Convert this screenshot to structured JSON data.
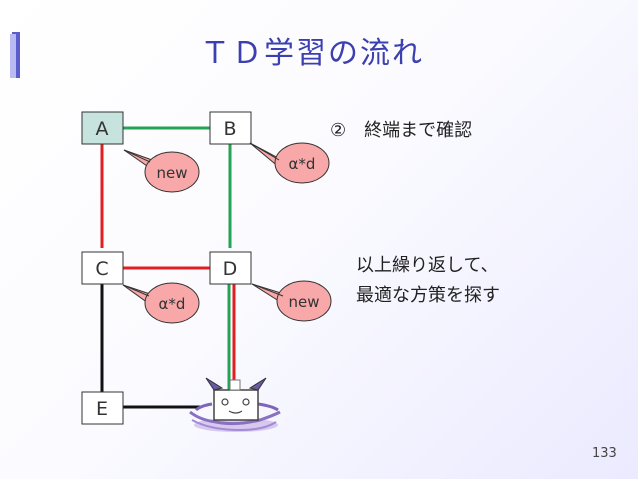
{
  "title": "ＴＤ学習の流れ",
  "nodes": {
    "a": "A",
    "b": "B",
    "c": "C",
    "d": "D",
    "e": "E"
  },
  "bubbles": {
    "a_new": "new",
    "b_alpha": "α*d",
    "c_alpha": "α*d",
    "d_new": "new"
  },
  "step_text": "②　終端まで確認",
  "note_lines": [
    "以上繰り返して、",
    "最適な方策を探す"
  ],
  "page_number": "133",
  "colors": {
    "title": "#3c3fb0",
    "green_edge": "#22a355",
    "red_edge": "#e02020",
    "black_edge": "#111111",
    "bubble_fill": "#f8a8a8",
    "node_a_fill": "#c7e3dd"
  }
}
